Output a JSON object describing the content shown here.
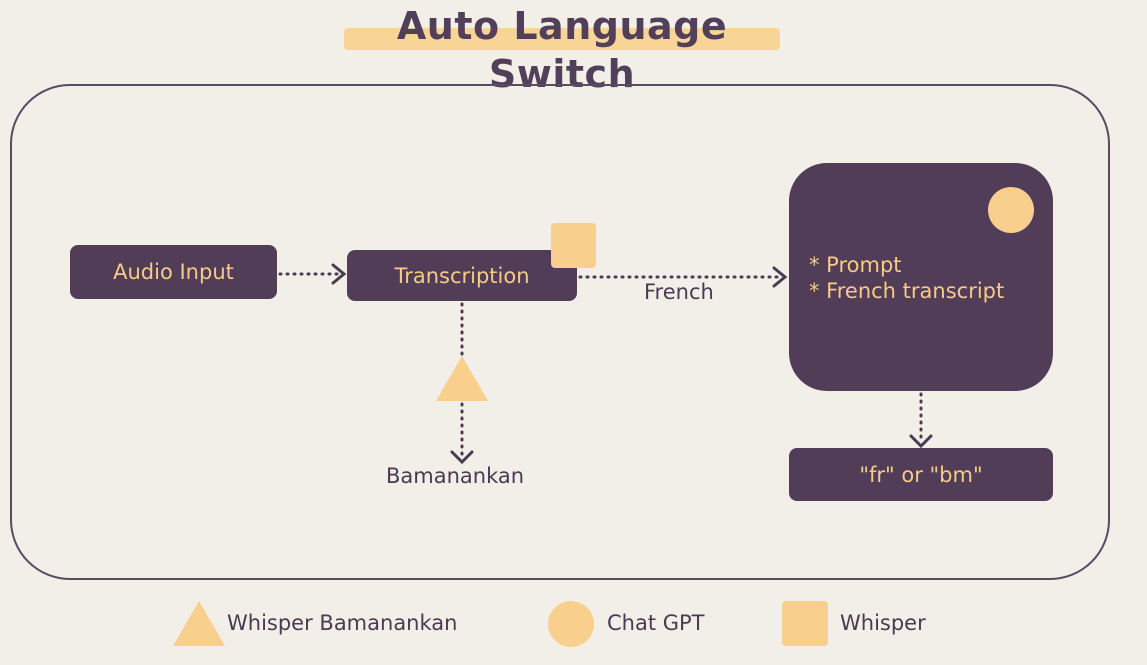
{
  "title": "Auto Language Switch",
  "nodes": {
    "audio_input": "Audio Input",
    "transcription": "Transcription",
    "prompt_line1": "* Prompt",
    "prompt_line2": "* French transcript",
    "output": "\"fr\" or \"bm\""
  },
  "edge_labels": {
    "french": "French",
    "bamanankan": "Bamanankan"
  },
  "legend": {
    "triangle": "Whisper Bamanankan",
    "circle": "Chat GPT",
    "square": "Whisper"
  },
  "colors": {
    "background": "#f2efe9",
    "node": "#513d57",
    "accent": "#f8cf8c",
    "text": "#4a3a52"
  }
}
